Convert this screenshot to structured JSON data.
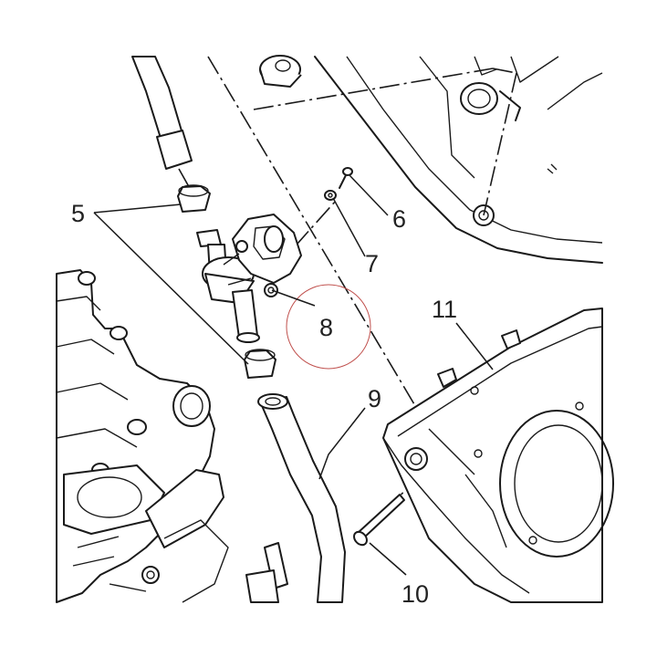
{
  "callouts": {
    "c5": "5",
    "c6": "6",
    "c7": "7",
    "c8": "8",
    "c9": "9",
    "c10": "10",
    "c11": "11"
  },
  "colors": {
    "line": "#1a1a1a",
    "highlight_circle": "#c0504d",
    "background": "#ffffff"
  }
}
